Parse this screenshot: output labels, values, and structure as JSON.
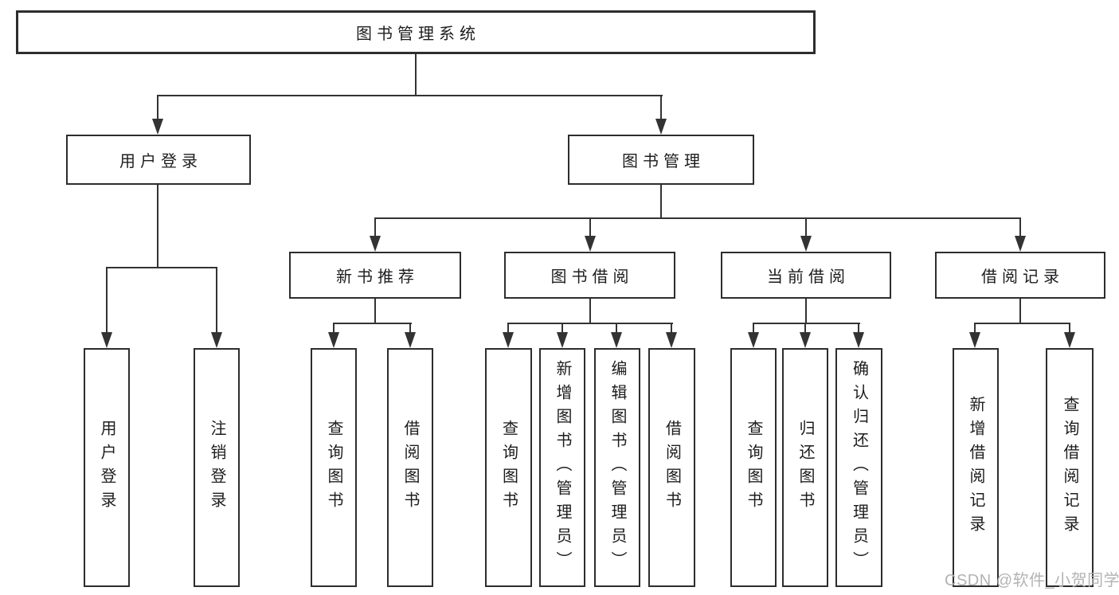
{
  "watermark": "CSDN @软件_小贺同学",
  "nodes": {
    "root": "图书管理系统",
    "user_login_group": "用户登录",
    "book_management": "图书管理",
    "new_book_recommend": "新书推荐",
    "book_borrow": "图书借阅",
    "current_borrow": "当前借阅",
    "borrow_records": "借阅记录",
    "user_login": "用户登录",
    "logout": "注销登录",
    "nb_query_books": "查询图书",
    "nb_borrow_books": "借阅图书",
    "bb_query_books": "查询图书",
    "bb_add_books": "新增图书（管理员）",
    "bb_edit_books": "编辑图书（管理员）",
    "bb_borrow_books": "借阅图书",
    "cb_query_books": "查询图书",
    "cb_return_books": "归还图书",
    "cb_confirm_return": "确认归还（管理员）",
    "hist_add_record": "新增借阅记录",
    "hist_query_record": "查询借阅记录"
  }
}
